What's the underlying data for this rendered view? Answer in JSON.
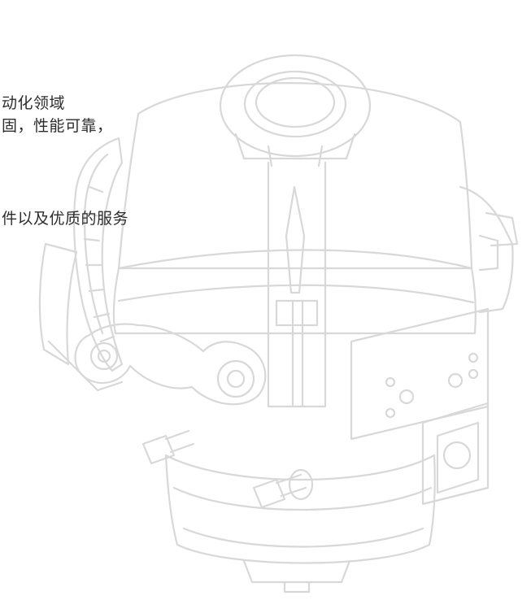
{
  "text_lines": [
    "动化领域",
    "固，性能可靠，",
    "件以及优质的服务"
  ],
  "illustration": {
    "icon": "pneumatic-actuator-illustration-icon",
    "stroke_color": "#d8d8d8"
  }
}
